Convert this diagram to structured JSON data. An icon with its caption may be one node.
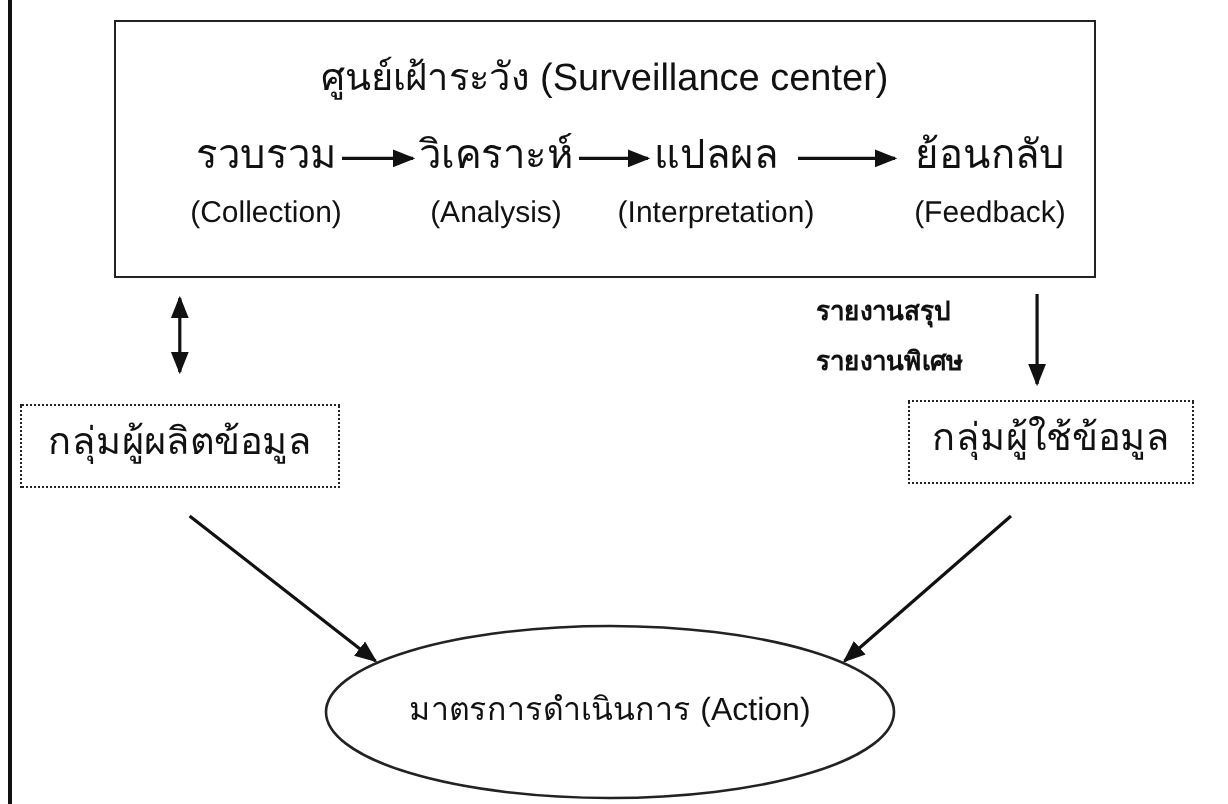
{
  "diagram": {
    "nodes": [
      {
        "text": [
          "ศูนย์เฝ้าระวัง (Surveillance center)"
        ]
      },
      {
        "text": [
          "รวบรวม",
          "(Collection)"
        ],
        "in": 0
      },
      {
        "text": [
          "วิเคราะห์",
          "(Analysis)"
        ],
        "in": 0
      },
      {
        "text": [
          "แปลผล",
          "(Interpretation)"
        ],
        "in": 0
      },
      {
        "text": [
          "ย้อนกลับ",
          "(Feedback)"
        ],
        "in": 0
      },
      {
        "text": [
          "กลุ่มผู้ผลิตข้อมูล"
        ]
      },
      {
        "text": [
          "กลุ่มผู้ใช้ข้อมูล"
        ]
      },
      {
        "text": [
          "มาตรการดำเนินการ (Action)"
        ]
      }
    ],
    "edges": [
      {
        "from": 1,
        "to": 2,
        "arrow": "to"
      },
      {
        "from": 2,
        "to": 3,
        "arrow": "to"
      },
      {
        "from": 3,
        "to": 4,
        "arrow": "to"
      },
      {
        "from": 0,
        "to": 5,
        "arrow": "both"
      },
      {
        "from": 0,
        "to": 6,
        "arrow": "to",
        "label": "รายงานสรุป รายงานพิเศษ"
      },
      {
        "from": 5,
        "to": 7,
        "arrow": "to"
      },
      {
        "from": 6,
        "to": 7,
        "arrow": "to"
      }
    ]
  }
}
